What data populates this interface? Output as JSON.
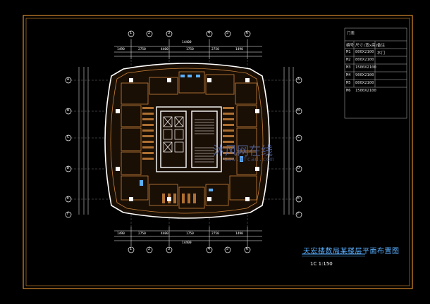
{
  "drawing": {
    "title": "天宏楼数局某楼层平面布置图",
    "scale_text": "1C  1:150"
  },
  "watermark": {
    "text": "沐风网在线",
    "url": "www.mfcad.com"
  },
  "door_table": {
    "header_label": "门表",
    "col_headers": [
      "编号",
      "尺寸(宽x高)",
      "备注"
    ],
    "rows": [
      {
        "id": "M1",
        "size": "800X2100",
        "note": "木门"
      },
      {
        "id": "M2",
        "size": "800X2100",
        "note": ""
      },
      {
        "id": "M3",
        "size": "1500X2100",
        "note": ""
      },
      {
        "id": "M4",
        "size": "900X2100",
        "note": ""
      },
      {
        "id": "M5",
        "size": "800X2100",
        "note": ""
      },
      {
        "id": "M6",
        "size": "1500X2100",
        "note": ""
      }
    ]
  },
  "dimensions": {
    "top_row": [
      "1490",
      "2750",
      "4400",
      "1750",
      "2750",
      "1490"
    ],
    "top_total": "14400",
    "bottom_row": [
      "1490",
      "2750",
      "4400",
      "1750",
      "2750",
      "1490"
    ],
    "bottom_total": "14400"
  },
  "axis_tags": {
    "top": [
      "1",
      "2",
      "3",
      "4",
      "5",
      "6"
    ],
    "bottom": [
      "1",
      "2",
      "3",
      "4",
      "5",
      "6"
    ],
    "left": [
      "A",
      "B",
      "C",
      "D",
      "E",
      "F"
    ],
    "right": [
      "A",
      "B",
      "C",
      "D",
      "E",
      "F"
    ]
  },
  "colors": {
    "background": "#000000",
    "frame": "#d98c2e",
    "wall": "#ffffff",
    "room": "#c8823a",
    "accent_blue": "#5ab0ff"
  }
}
